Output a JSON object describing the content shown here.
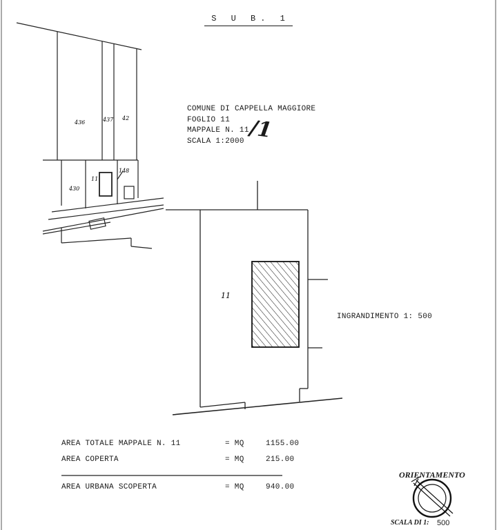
{
  "sheet": {
    "title": "S U B. 1"
  },
  "info_block": {
    "line1": "COMUNE DI CAPPELLA MAGGIORE",
    "line2": "FOGLIO  11",
    "line3": "MAPPALE N. 11",
    "line4": "SCALA 1:2000",
    "handwritten_mark": "/1"
  },
  "small_map": {
    "parcel_labels": [
      "436",
      "437",
      "42",
      "430",
      "11",
      "148"
    ]
  },
  "enlargement": {
    "parcel_label": "11",
    "scale_label": "INGRANDIMENTO 1: 500"
  },
  "area_table": {
    "rows": [
      {
        "label": "AREA TOTALE MAPPALE N. 11",
        "eq": "= MQ",
        "value": "1155.00"
      },
      {
        "label": "AREA COPERTA",
        "eq": "= MQ",
        "value": "215.00"
      },
      {
        "label": "AREA URBANA SCOPERTA",
        "eq": "= MQ",
        "value": "940.00"
      }
    ]
  },
  "orientation": {
    "title": "ORIENTAMENTO",
    "scale_prefix": "SCALA DI 1:",
    "scale_value": "500"
  }
}
